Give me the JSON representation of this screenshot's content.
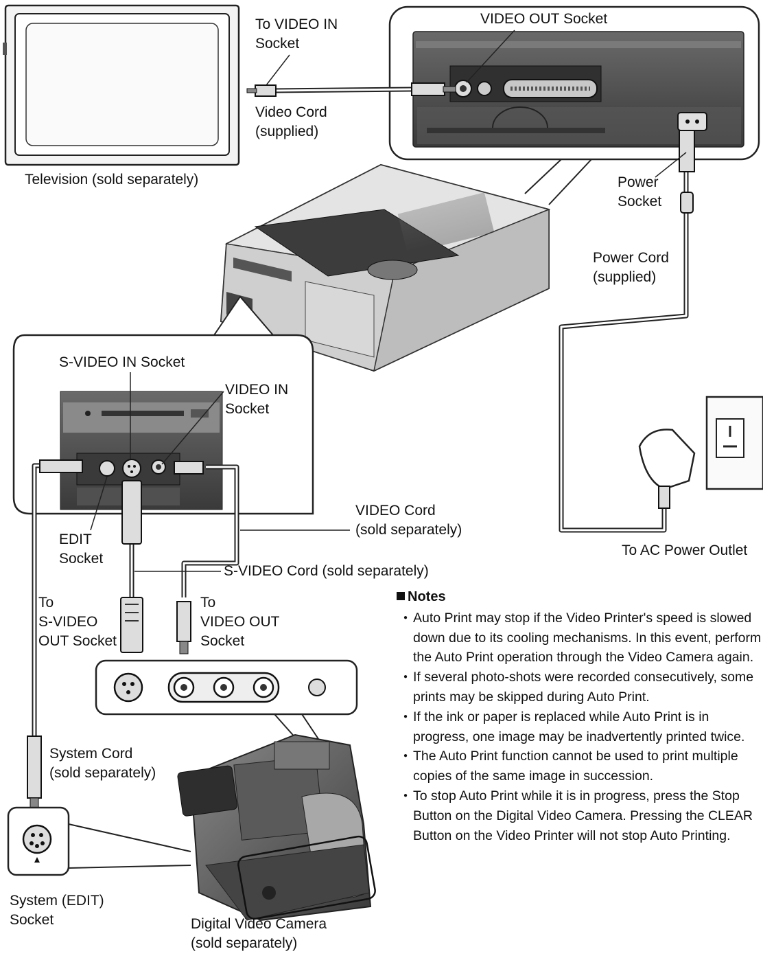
{
  "labels": {
    "to_video_in": "To VIDEO IN\nSocket",
    "video_cord_supplied": "Video Cord\n(supplied)",
    "television": "Television (sold separately)",
    "video_out_socket": "VIDEO OUT Socket",
    "power_socket": "Power\nSocket",
    "power_cord": "Power Cord\n(supplied)",
    "s_video_in": "S-VIDEO IN Socket",
    "video_in_socket": "VIDEO IN\nSocket",
    "video_cord_sold": "VIDEO Cord\n(sold separately)",
    "edit_socket": "EDIT\nSocket",
    "s_video_cord": "S-VIDEO Cord (sold separately)",
    "to_ac_outlet": "To AC Power Outlet",
    "to_s_video_out": "To\nS-VIDEO\nOUT Socket",
    "to_video_out": "To\nVIDEO OUT\nSocket",
    "system_cord": "System Cord\n(sold separately)",
    "system_edit_socket": "System (EDIT)\nSocket",
    "digital_video_camera": "Digital Video Camera\n(sold separately)"
  },
  "notes": {
    "title": "Notes",
    "items": [
      "Auto Print may stop if the Video Printer's speed is slowed down due to its cooling mechanisms. In this event, perform the Auto Print operation through the Video Camera again.",
      "If several photo-shots were recorded consecutively, some prints may be skipped during Auto Print.",
      "If the ink or paper is replaced while Auto Print is in progress, one image may be inadvertently printed twice.",
      "The Auto Print function cannot be used to print multiple copies of the same image in succession.",
      "To stop Auto Print while it is in progress, press the Stop Button on the Digital Video Camera. Pressing the CLEAR Button on the Video Printer will not stop Auto Printing."
    ]
  },
  "colors": {
    "line": "#222222",
    "device_dark": "#4a4a4a",
    "device_mid": "#9a9a9a",
    "device_light": "#d9d9d9"
  },
  "icons": [
    "television-icon",
    "video-printer-icon",
    "digital-video-camera-icon",
    "ac-plug-icon",
    "wall-outlet-icon",
    "s-video-plug-icon",
    "rca-plug-icon",
    "system-plug-icon"
  ]
}
